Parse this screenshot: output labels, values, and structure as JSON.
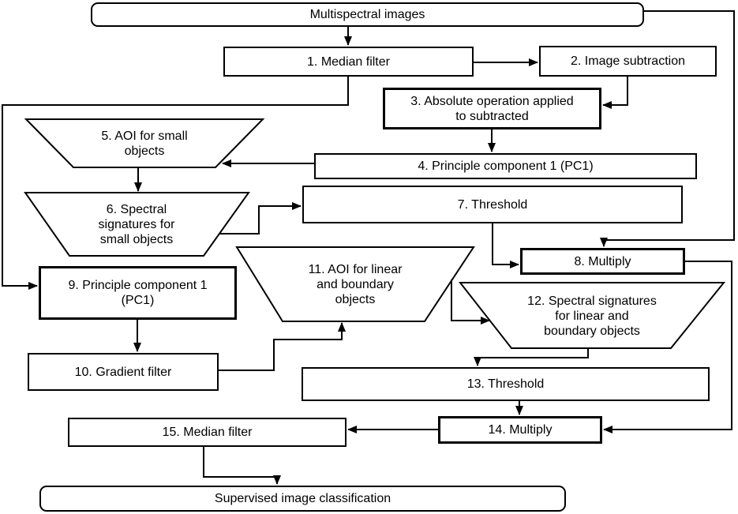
{
  "diagram": {
    "type": "flowchart",
    "background_color": "#ffffff",
    "line_color": "#000000",
    "node_fill_color": "#ffffff",
    "nodes": {
      "multispectral": {
        "label": "Multispectral images",
        "shape": "rounded-rect"
      },
      "step1": {
        "label": "1. Median filter",
        "shape": "rect"
      },
      "step2": {
        "label": "2. Image subtraction",
        "shape": "rect"
      },
      "step3": {
        "label": "3. Absolute operation applied\nto subtracted",
        "shape": "rect"
      },
      "step4": {
        "label": "4. Principle component 1 (PC1)",
        "shape": "rect"
      },
      "step5": {
        "label": "5. AOI for small\nobjects",
        "shape": "trapezoid"
      },
      "step6": {
        "label": "6. Spectral\nsignatures for\nsmall objects",
        "shape": "trapezoid"
      },
      "step7": {
        "label": "7. Threshold",
        "shape": "rect"
      },
      "step8": {
        "label": "8. Multiply",
        "shape": "rect"
      },
      "step9": {
        "label": "9. Principle component 1\n(PC1)",
        "shape": "rect"
      },
      "step10": {
        "label": "10. Gradient filter",
        "shape": "rect"
      },
      "step11": {
        "label": "11. AOI for linear\nand boundary\nobjects",
        "shape": "trapezoid"
      },
      "step12": {
        "label": "12. Spectral signatures\nfor linear and\nboundary objects",
        "shape": "trapezoid"
      },
      "step13": {
        "label": "13. Threshold",
        "shape": "rect"
      },
      "step14": {
        "label": "14. Multiply",
        "shape": "rect"
      },
      "step15": {
        "label": "15. Median filter",
        "shape": "rect"
      },
      "supervised": {
        "label": "Supervised image classification",
        "shape": "rounded-rect"
      }
    },
    "edges": [
      {
        "from": "multispectral",
        "to": "step1"
      },
      {
        "from": "step1",
        "to": "step2"
      },
      {
        "from": "step2",
        "to": "step3"
      },
      {
        "from": "step3",
        "to": "step4"
      },
      {
        "from": "step4",
        "to": "step5"
      },
      {
        "from": "step5",
        "to": "step6"
      },
      {
        "from": "step6",
        "to": "step7"
      },
      {
        "from": "step1",
        "to": "step9"
      },
      {
        "from": "multispectral",
        "to": "step8"
      },
      {
        "from": "step7",
        "to": "step8"
      },
      {
        "from": "step8",
        "to": "step14"
      },
      {
        "from": "step9",
        "to": "step10"
      },
      {
        "from": "step10",
        "to": "step11"
      },
      {
        "from": "step11",
        "to": "step12"
      },
      {
        "from": "step12",
        "to": "step13"
      },
      {
        "from": "step13",
        "to": "step14"
      },
      {
        "from": "step14",
        "to": "step15"
      },
      {
        "from": "step15",
        "to": "supervised"
      }
    ]
  }
}
